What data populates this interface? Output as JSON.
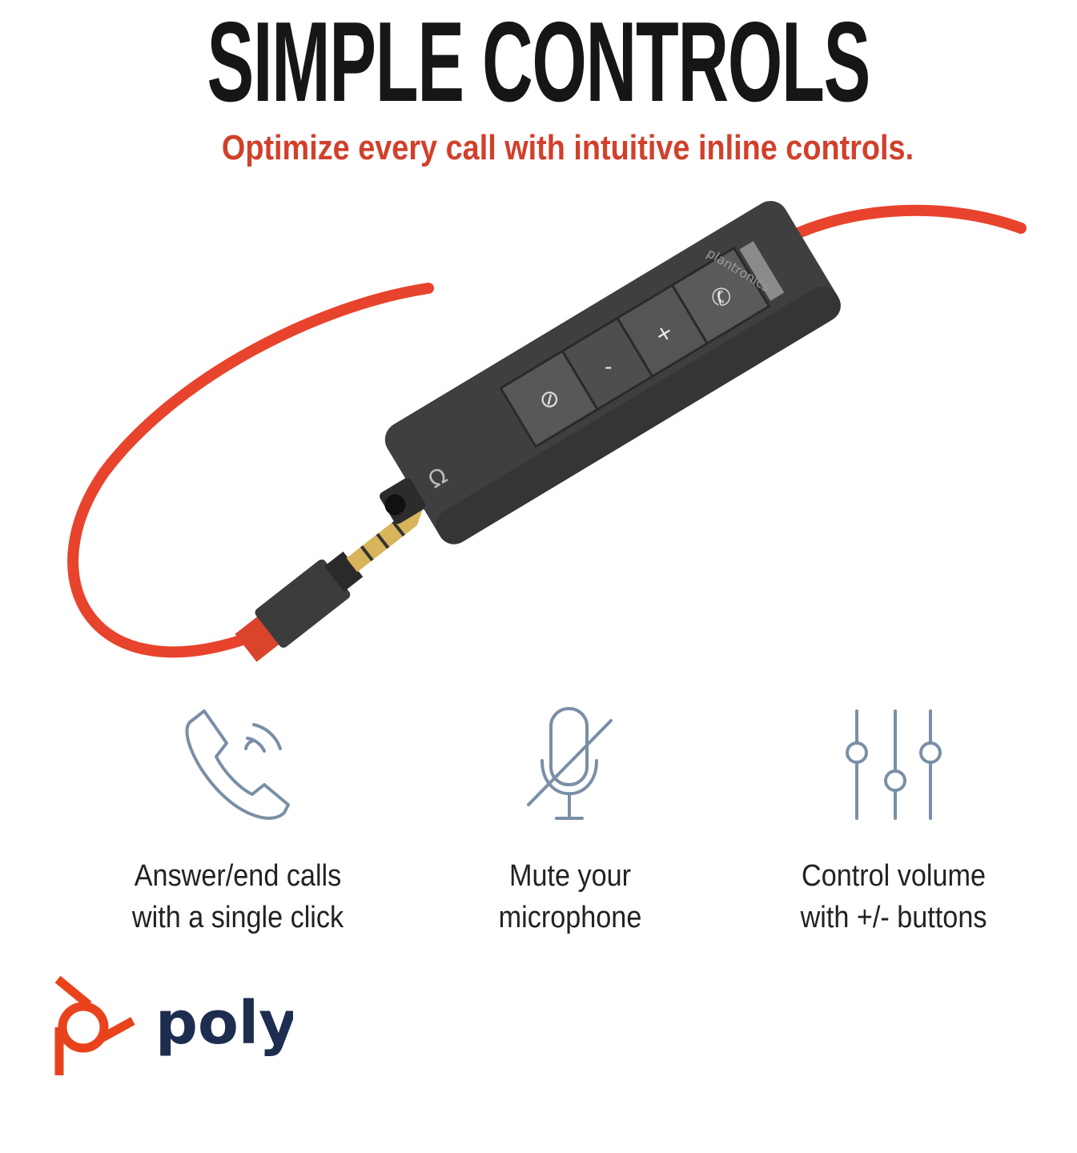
{
  "header": {
    "title": "SIMPLE CONTROLS",
    "subtitle": "Optimize every call with intuitive inline controls."
  },
  "product": {
    "brand_text": "plantronics",
    "buttons": [
      "phone-icon",
      "+",
      "-",
      "mute-icon"
    ],
    "jack_icon": "headset-icon"
  },
  "features": [
    {
      "icon": "phone-ringing-icon",
      "line1": "Answer/end calls",
      "line2": "with a single click"
    },
    {
      "icon": "microphone-muted-icon",
      "line1": "Mute your",
      "line2": "microphone"
    },
    {
      "icon": "sliders-icon",
      "line1": "Control volume",
      "line2": "with +/- buttons"
    }
  ],
  "logo": {
    "text": "poly"
  },
  "colors": {
    "accent": "#d1402b",
    "icon": "#7a8fa6",
    "text": "#222222",
    "logo_text": "#1d2d4f",
    "cable": "#e8432c"
  }
}
